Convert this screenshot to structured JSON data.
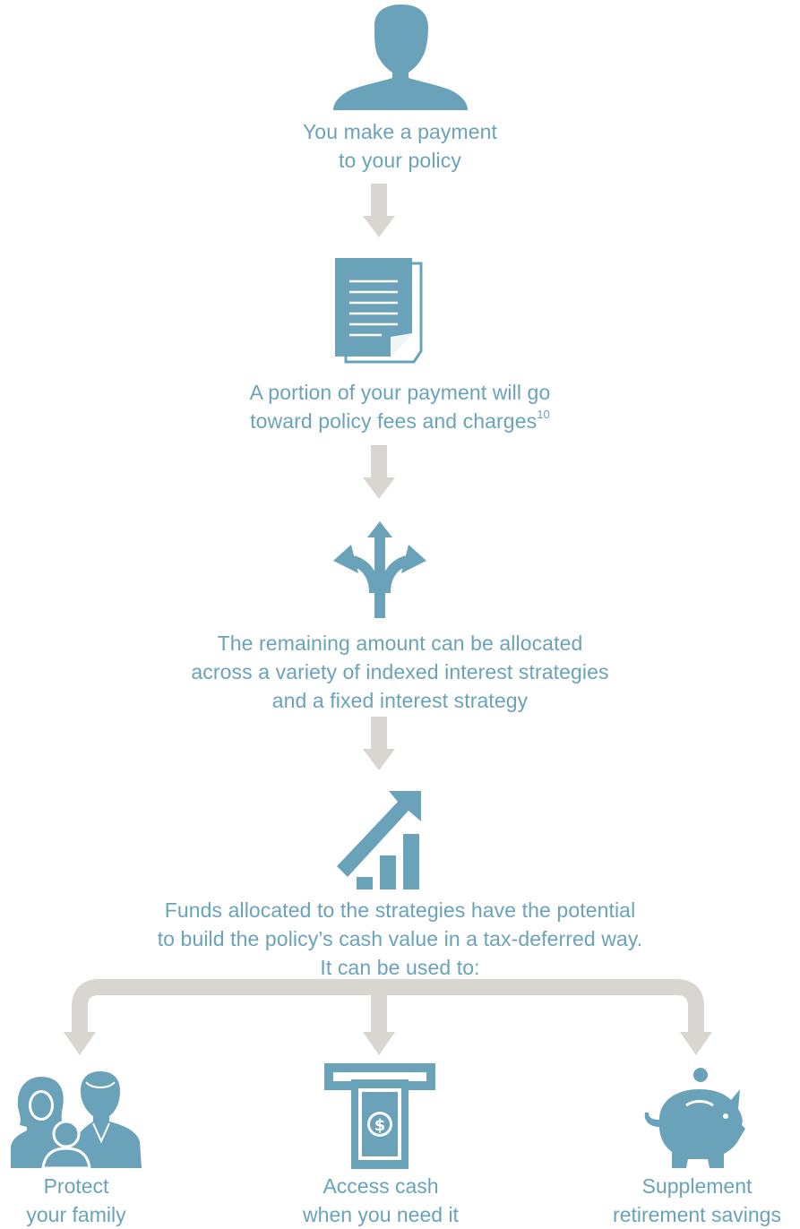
{
  "steps": [
    {
      "icon": "person-icon",
      "lines": [
        "You make a payment",
        "to your policy"
      ]
    },
    {
      "icon": "document-icon",
      "lines": [
        "A portion of your payment will go",
        "toward policy fees and charges"
      ],
      "footnote": "10"
    },
    {
      "icon": "split-arrows-icon",
      "lines": [
        "The remaining amount can be allocated",
        "across a variety of indexed interest strategies",
        "and a fixed interest strategy"
      ]
    },
    {
      "icon": "growth-chart-icon",
      "lines": [
        "Funds allocated to the strategies have the potential",
        "to build the policy’s cash value in a tax-deferred way.",
        "It can be used to:"
      ]
    }
  ],
  "outcomes": [
    {
      "icon": "family-icon",
      "lines": [
        "Protect",
        "your family"
      ]
    },
    {
      "icon": "cash-atm-icon",
      "lines": [
        "Access cash",
        "when you need it"
      ]
    },
    {
      "icon": "piggy-bank-icon",
      "lines": [
        "Supplement",
        "retirement savings"
      ]
    }
  ],
  "colors": {
    "primary": "#6aa3b9",
    "arrow": "#d9d5d0",
    "background": "#ffffff"
  }
}
